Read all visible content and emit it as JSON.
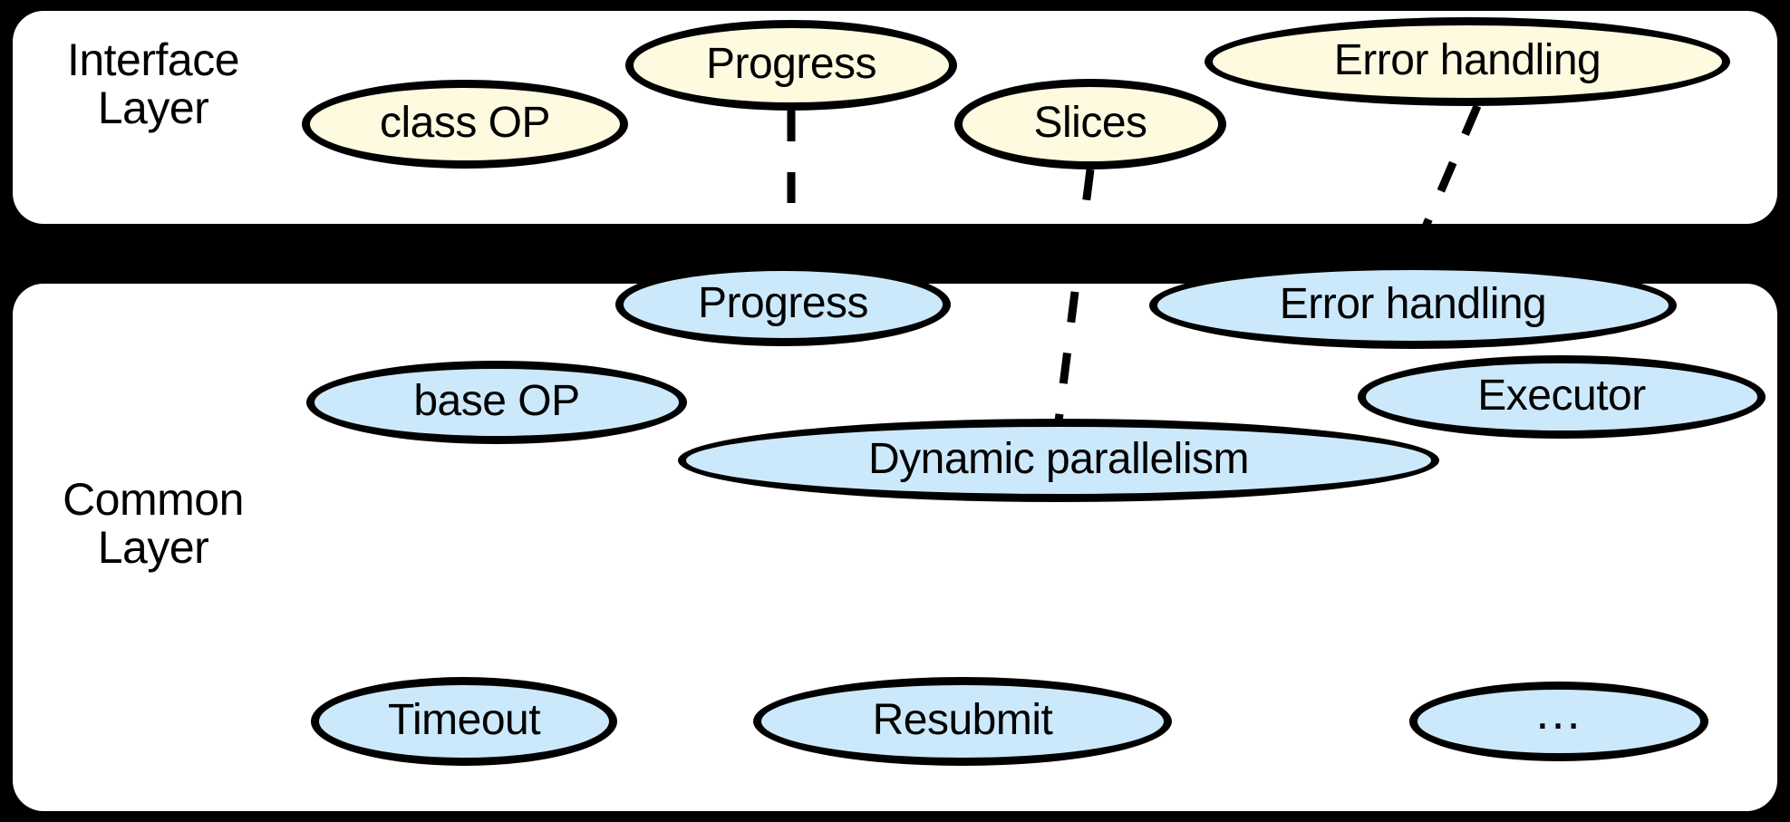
{
  "diagram": {
    "title": "Interface Layer / Common Layer architecture",
    "colors": {
      "background": "#000000",
      "panel": "#ffffff",
      "interface_node_fill": "#fdfae0",
      "common_node_fill": "#cce9fb",
      "stroke": "#000000"
    },
    "layers": [
      {
        "id": "interface",
        "label": "Interface\nLayer",
        "nodes": [
          {
            "id": "iface-class-op",
            "label": "class OP"
          },
          {
            "id": "iface-progress",
            "label": "Progress"
          },
          {
            "id": "iface-slices",
            "label": "Slices"
          },
          {
            "id": "iface-error-handling",
            "label": "Error handling"
          }
        ]
      },
      {
        "id": "common",
        "label": "Common\nLayer",
        "nodes": [
          {
            "id": "common-progress",
            "label": "Progress"
          },
          {
            "id": "common-error-handling",
            "label": "Error handling"
          },
          {
            "id": "common-base-op",
            "label": "base OP"
          },
          {
            "id": "common-executor",
            "label": "Executor"
          },
          {
            "id": "common-dynamic-par",
            "label": "Dynamic parallelism"
          },
          {
            "id": "common-timeout",
            "label": "Timeout"
          },
          {
            "id": "common-resubmit",
            "label": "Resubmit"
          },
          {
            "id": "common-more",
            "label": "…"
          }
        ]
      }
    ],
    "connections": [
      {
        "id": "conn-progress",
        "from": "iface-progress",
        "to": "common-progress",
        "style": "dashed"
      },
      {
        "id": "conn-slices",
        "from": "iface-slices",
        "to": "common-dynamic-par",
        "style": "dashed"
      },
      {
        "id": "conn-error-handling",
        "from": "iface-error-handling",
        "to": "common-error-handling",
        "style": "dashed"
      }
    ]
  }
}
